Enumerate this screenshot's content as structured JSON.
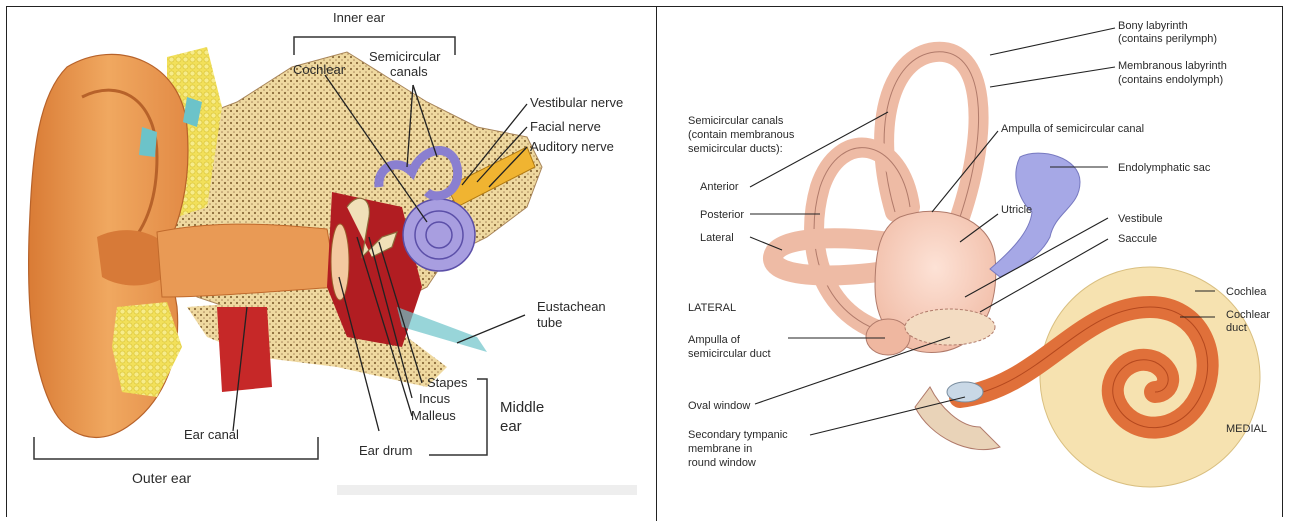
{
  "left_panel": {
    "inner_ear_bracket": "Inner ear",
    "cochlear": "Cochlear",
    "semicircular_canals": [
      "Semicircular",
      "canals"
    ],
    "vestibular_nerve": "Vestibular nerve",
    "facial_nerve": "Facial nerve",
    "auditory_nerve": "Auditory nerve",
    "eustachean_tube": [
      "Eustachean",
      "tube"
    ],
    "stapes": "Stapes",
    "incus": "Incus",
    "malleus": "Malleus",
    "middle_ear": [
      "Middle",
      "ear"
    ],
    "ear_drum": "Ear drum",
    "ear_canal": "Ear canal",
    "outer_ear": "Outer ear"
  },
  "right_panel": {
    "bony_labyrinth": [
      "Bony labyrinth",
      "(contains perilymph)"
    ],
    "membranous_labyrinth": [
      "Membranous labyrinth",
      "(contains endolymph)"
    ],
    "semicircular_canals": [
      "Semicircular canals",
      "(contain membranous",
      "semicircular ducts):"
    ],
    "ampulla_canal": "Ampulla of semicircular canal",
    "endolymphatic_sac": "Endolymphatic sac",
    "anterior": "Anterior",
    "posterior": "Posterior",
    "utricle": "Utricle",
    "vestibule": "Vestibule",
    "lateral_canal": "Lateral",
    "saccule": "Saccule",
    "cochlea": "Cochlea",
    "lateral_dir": "LATERAL",
    "cochlear_duct": [
      "Cochlear",
      "duct"
    ],
    "ampulla_duct": [
      "Ampulla of",
      "semicircular duct"
    ],
    "oval_window": "Oval window",
    "medial_dir": "MEDIAL",
    "secondary_membrane": [
      "Secondary tympanic",
      "membrane in",
      "round window"
    ]
  },
  "colors": {
    "skin": "#e89a52",
    "skin_dark": "#c9712e",
    "bone": "#efd9a0",
    "bone_dot": "#8a6a3a",
    "fat": "#f2e05a",
    "cochlea_purple": "#a89ee0",
    "red_muscle": "#c62828",
    "labyrinth_pink": "#f4c6b2",
    "labyrinth_outline": "#b07a6a",
    "sac_blue": "#a6a8e6",
    "cochlea_orange": "#e0703a",
    "cochlea_cream": "#f6e2b0"
  }
}
